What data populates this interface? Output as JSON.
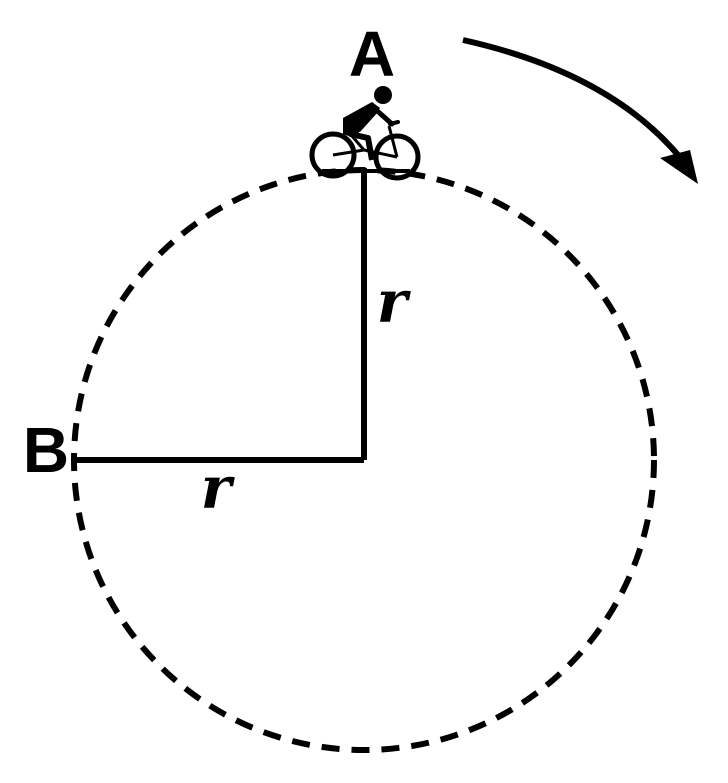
{
  "diagram": {
    "point_a_label": "A",
    "point_b_label": "B",
    "vertical_radius_label": "r",
    "horizontal_radius_label": "r",
    "rider_icon": "cyclist-icon",
    "direction": "clockwise",
    "line_color": "#000000",
    "background_color": "#ffffff"
  }
}
